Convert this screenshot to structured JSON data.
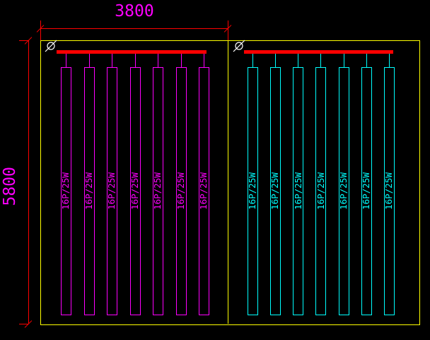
{
  "drawing": {
    "dimensions": {
      "width_label": "3800",
      "height_label": "5800"
    },
    "panel": {
      "label": "16P/25W"
    },
    "groups": [
      {
        "name": "left-bay",
        "count": 7,
        "color": "#FF00FF"
      },
      {
        "name": "right-bay",
        "count": 7,
        "color": "#00FFFF"
      }
    ],
    "colors": {
      "background": "#000000",
      "border": "#FFFF00",
      "bus_bar": "#FF0000",
      "dimension_line": "#FF0000",
      "dimension_text": "#FF00FF",
      "breaker_symbol": "#FFFFFF"
    }
  }
}
